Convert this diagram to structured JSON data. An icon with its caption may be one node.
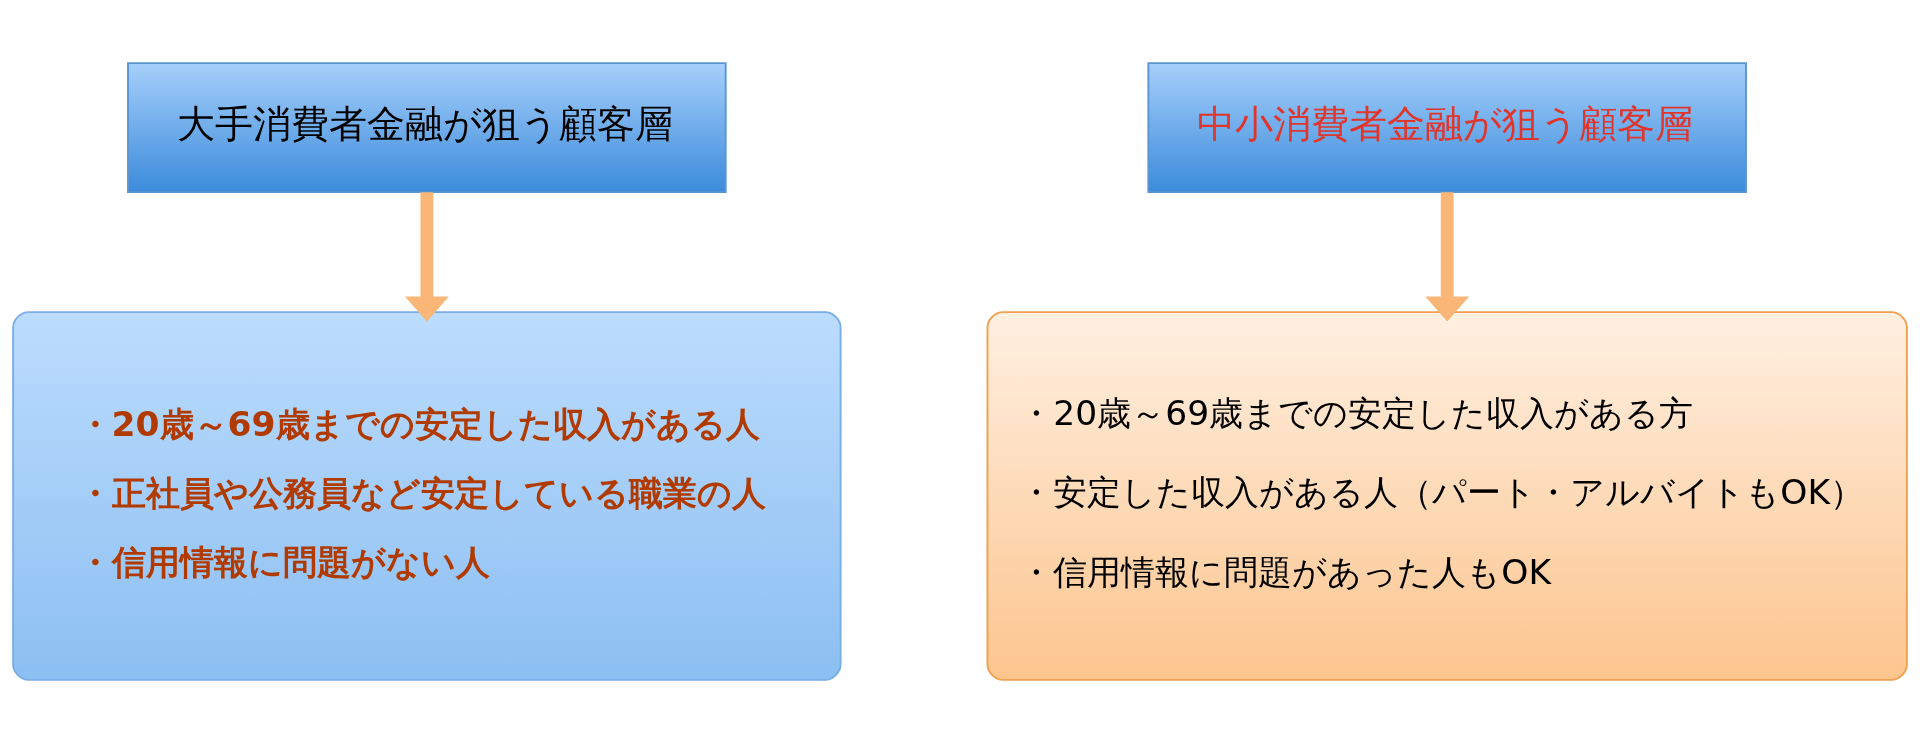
{
  "diagram": {
    "nodes": [
      {
        "text": [
          "大手消費者金融が狙う顧客層"
        ]
      },
      {
        "text": [
          "中小消費者金融が狙う顧客層"
        ]
      },
      {
        "text": [
          "・20歳～69歳までの安定した収入がある人",
          "・正社員や公務員など安定している職業の人",
          "・信用情報に問題がない人"
        ]
      },
      {
        "text": [
          "・20歳～69歳までの安定した収入がある方",
          "・安定した収入がある人（パート・アルバイトもOK）",
          "・信用情報に問題があった人もOK"
        ]
      }
    ],
    "edges": [
      {
        "from": 0,
        "to": 2,
        "arrow": "to"
      },
      {
        "from": 1,
        "to": 3,
        "arrow": "to"
      }
    ]
  }
}
